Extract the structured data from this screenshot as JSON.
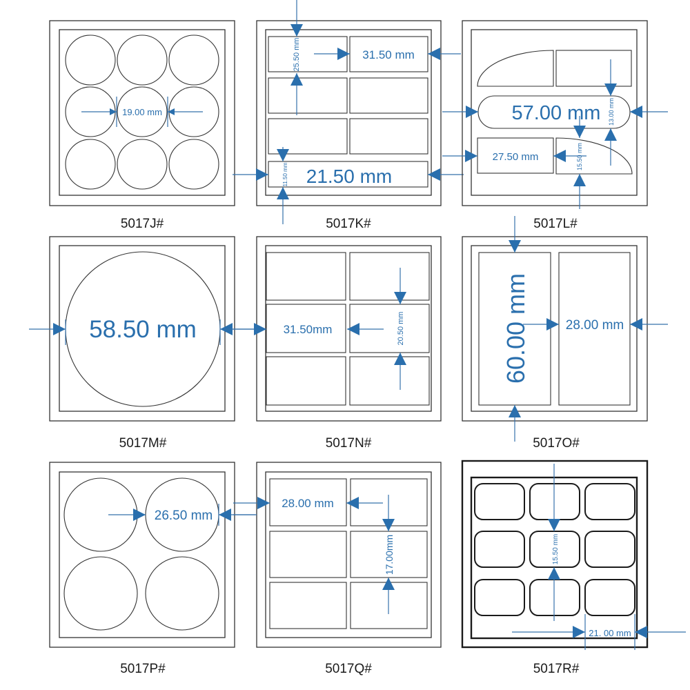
{
  "captions": {
    "j": "5017J#",
    "k": "5017K#",
    "l": "5017L#",
    "m": "5017M#",
    "n": "5017N#",
    "o": "5017O#",
    "p": "5017P#",
    "q": "5017Q#",
    "r": "5017R#"
  },
  "dimensions": {
    "j_diameter": "19.00 mm",
    "k_height": "25.50 mm",
    "k_width": "31.50 mm",
    "k_strip_height": "11.50 mm",
    "k_strip_width": "21.50 mm",
    "l_oval_width": "57.00 mm",
    "l_oval_height": "13.00 mm",
    "l_rect_width": "27.50 mm",
    "l_rect_height": "15.50 mm",
    "m_diameter": "58.50 mm",
    "n_width": "31.50mm",
    "n_height": "20.50 mm",
    "o_height": "60.00 mm",
    "o_width": "28.00 mm",
    "p_diameter": "26.50 mm",
    "q_width": "28.00 mm",
    "q_height": "17.00mm",
    "r_height": "15.50 mm",
    "r_width": "21. 00 mm"
  },
  "colors": {
    "dimension": "#2a6fad",
    "outline": "#333333"
  }
}
